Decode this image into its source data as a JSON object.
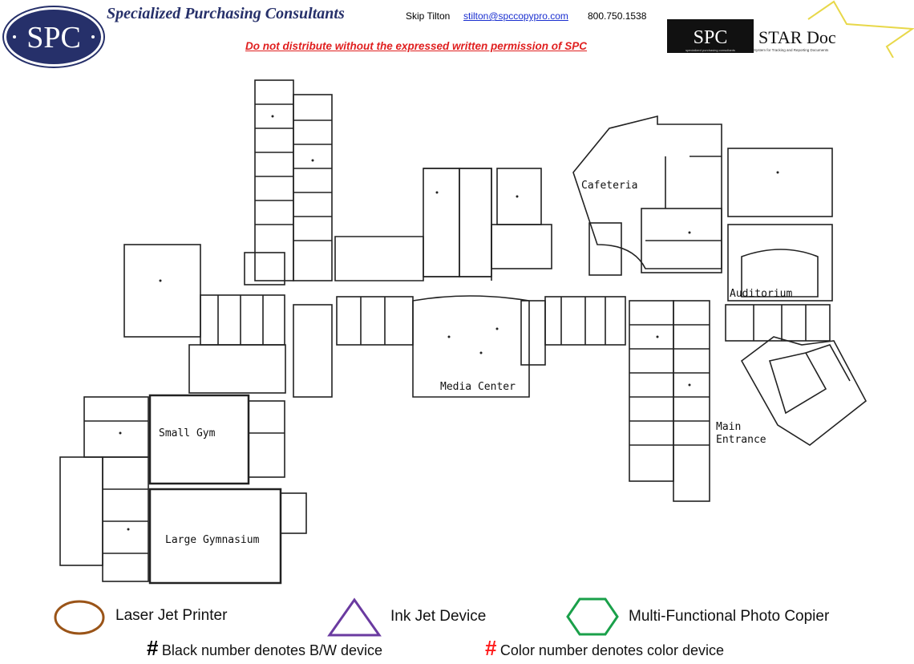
{
  "header": {
    "logo_text": "SPC",
    "company": "Specialized Purchasing Consultants",
    "contact_name": "Skip Tilton",
    "contact_email": "stilton@spccopypro.com",
    "contact_phone": "800.750.1538",
    "warning": "Do not distribute without the expressed written permission of SPC",
    "stardoc_logo": {
      "brand": "SPC",
      "title": "STAR Doc",
      "subtitle": "specialized purchasing consultants",
      "tagline": "System for Tracking and Reporting Documents"
    }
  },
  "floor_plan": {
    "rooms": {
      "cafeteria": "Cafeteria",
      "auditorium": "Auditorium",
      "media_center": "Media Center",
      "small_gym": "Small Gym",
      "large_gym": "Large Gymnasium",
      "main_entrance_1": "Main",
      "main_entrance_2": "Entrance"
    }
  },
  "legend": {
    "items": [
      {
        "label": "Laser Jet Printer",
        "shape": "circle",
        "color": "#9a5418"
      },
      {
        "label": "Ink Jet Device",
        "shape": "triangle",
        "color": "#6a3aa0"
      },
      {
        "label": "Multi-Functional Photo Copier",
        "shape": "hexagon",
        "color": "#1aa04a"
      }
    ],
    "notes": [
      {
        "symbol": "#",
        "text": "Black number denotes B/W device",
        "color": "#000000"
      },
      {
        "symbol": "#",
        "text": "Color number denotes color device",
        "color": "#ff1a1a"
      }
    ]
  }
}
